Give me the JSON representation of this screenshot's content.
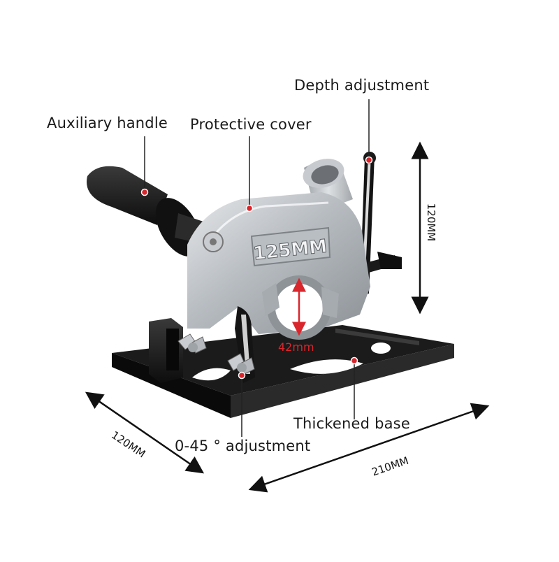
{
  "labels": {
    "auxiliary_handle": "Auxiliary handle",
    "protective_cover": "Protective cover",
    "depth_adjustment": "Depth adjustment",
    "thickened_base": "Thickened base",
    "angle_adjustment": "0-45 ° adjustment"
  },
  "dimensions": {
    "height": "120MM",
    "width": "120MM",
    "length": "210MM",
    "bore": "42mm"
  },
  "product": {
    "cover_marking": "125MM"
  },
  "colors": {
    "marker": "#d9262c",
    "body_metal": "#c9cdd1",
    "base": "#161616"
  }
}
